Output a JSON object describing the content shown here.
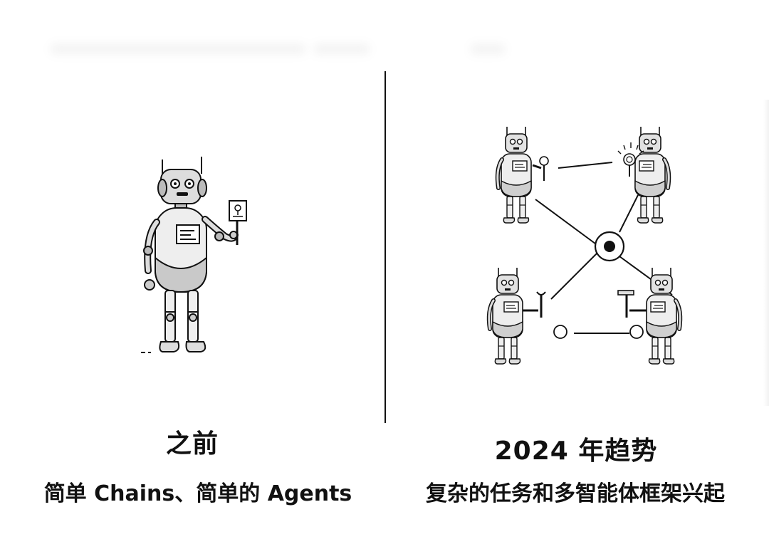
{
  "left_panel": {
    "title": "之前",
    "subtitle": "简单 Chains、简单的 Agents"
  },
  "right_panel": {
    "title": "2024 年趋势",
    "subtitle": "复杂的任务和多智能体框架兴起"
  },
  "icons": {
    "left": "single-robot-icon",
    "right": "multi-robot-network-icon"
  },
  "colors": {
    "background": "#ffffff",
    "ink": "#111111",
    "robot_shade": "#dcdcdc"
  }
}
